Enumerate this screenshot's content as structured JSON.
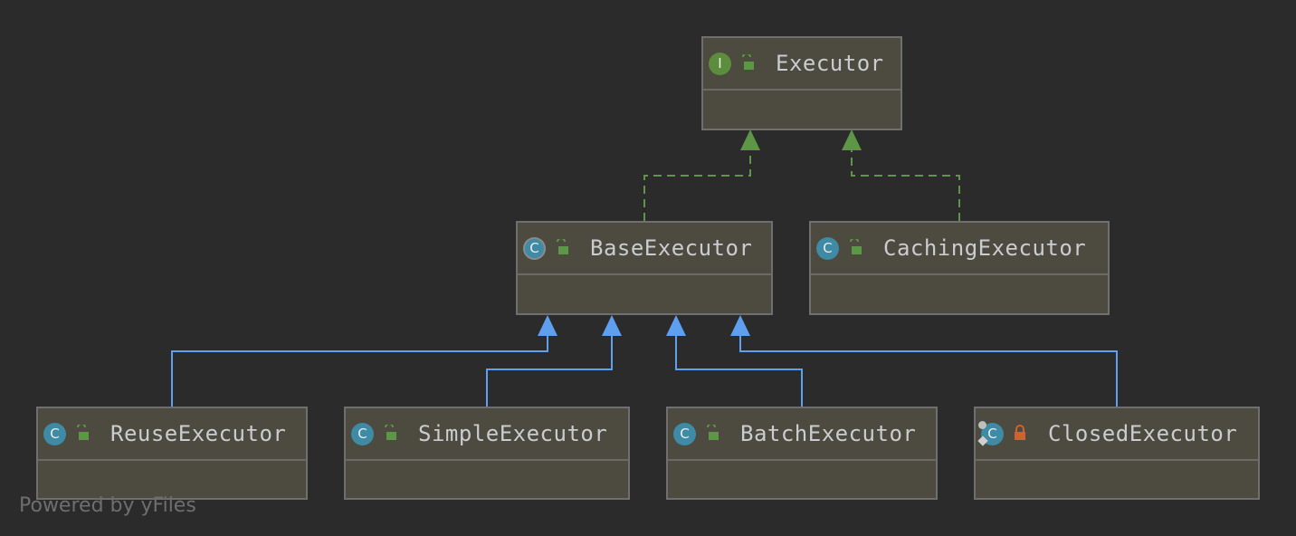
{
  "nodes": [
    {
      "id": "executor",
      "name": "Executor",
      "kind": "I",
      "kind_type": "interface",
      "access": "public"
    },
    {
      "id": "base",
      "name": "BaseExecutor",
      "kind": "C",
      "kind_type": "abstract-class",
      "access": "public"
    },
    {
      "id": "caching",
      "name": "CachingExecutor",
      "kind": "C",
      "kind_type": "class",
      "access": "public"
    },
    {
      "id": "reuse",
      "name": "ReuseExecutor",
      "kind": "C",
      "kind_type": "class",
      "access": "public"
    },
    {
      "id": "simple",
      "name": "SimpleExecutor",
      "kind": "C",
      "kind_type": "class",
      "access": "public"
    },
    {
      "id": "batch",
      "name": "BatchExecutor",
      "kind": "C",
      "kind_type": "class",
      "access": "public"
    },
    {
      "id": "closed",
      "name": "ClosedExecutor",
      "kind": "C",
      "kind_type": "final-nested-class",
      "access": "private"
    }
  ],
  "edges": [
    {
      "from": "base",
      "to": "executor",
      "type": "implements"
    },
    {
      "from": "caching",
      "to": "executor",
      "type": "implements"
    },
    {
      "from": "reuse",
      "to": "base",
      "type": "extends"
    },
    {
      "from": "simple",
      "to": "base",
      "type": "extends"
    },
    {
      "from": "batch",
      "to": "base",
      "type": "extends"
    },
    {
      "from": "closed",
      "to": "base",
      "type": "extends"
    }
  ],
  "colors": {
    "background": "#2b2b2b",
    "node_fill": "#4d4a3f",
    "implements_edge": "#5c9646",
    "extends_edge": "#5e9ff0",
    "public_lock": "#5c9646",
    "private_lock": "#d0622d"
  },
  "footer": {
    "powered_by": "Powered by yFiles"
  }
}
